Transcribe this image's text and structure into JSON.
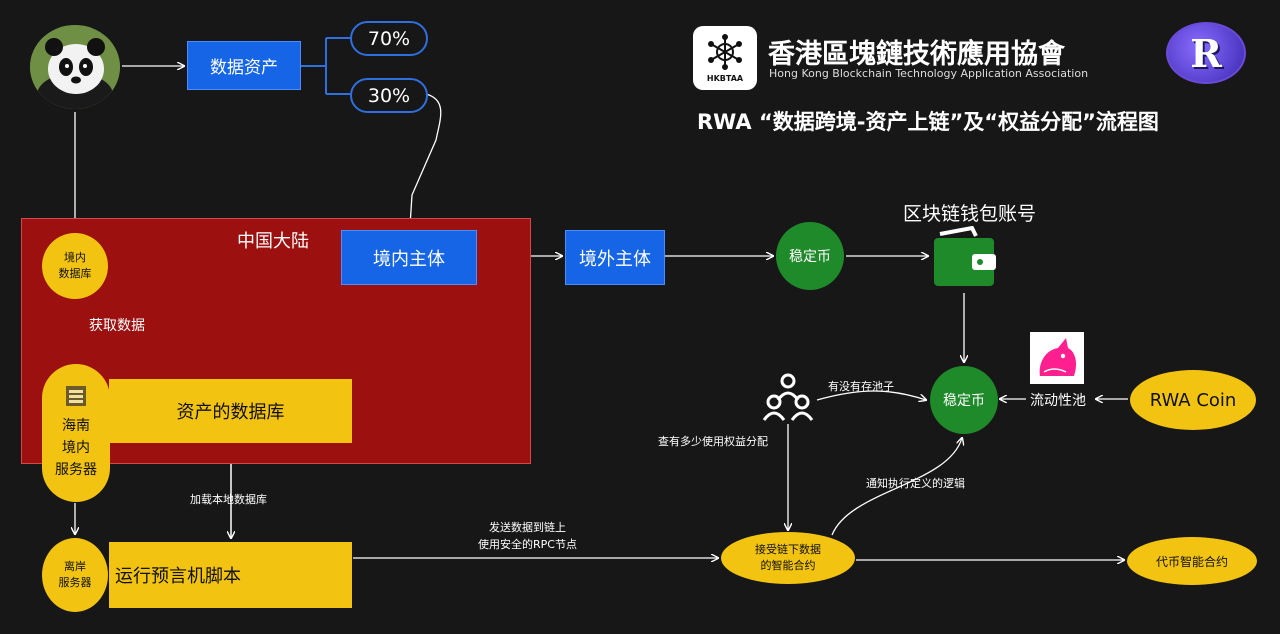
{
  "header": {
    "org_name_cn": "香港區塊鏈技術應用協會",
    "org_name_en": "Hong Kong Blockchain Technology Application Association",
    "logo_text": "HKBTAA",
    "title": "RWA “数据跨境-资产上链”及“权益分配”流程图",
    "badge_letter": "R"
  },
  "nodes": {
    "data_asset": "数据资产",
    "pct_70": "70%",
    "pct_30": "30%",
    "mainland_region": "中国大陆",
    "domestic_entity": "境内主体",
    "overseas_entity": "境外主体",
    "stablecoin_top": "稳定币",
    "wallet_title": "区块链钱包账号",
    "domestic_db": "境内\n数据库",
    "fetch_data": "获取数据",
    "hainan_server": "海南\n境内\n服务器",
    "asset_db": "资产的数据库",
    "load_local_db": "加载本地数据库",
    "offshore_server": "离岸\n服务器",
    "oracle_script": "运行预言机脚本",
    "send_data_line1": "发送数据到链上",
    "send_data_line2": "使用安全的RPC节点",
    "contract": "接受链下数据\n的智能合约",
    "token_contract": "代币智能合约",
    "check_rights": "查有多少使用权益分配",
    "pool_question": "有没有存池子",
    "stablecoin_mid": "稳定币",
    "liquidity_pool": "流动性池",
    "rwa_coin": "RWA Coin",
    "notify_logic": "通知执行定义的逻辑"
  },
  "icons": {
    "panda": "panda-avatar",
    "wallet": "wallet-icon",
    "people": "people-icon",
    "unicorn": "uniswap-unicorn-icon",
    "server": "server-icon",
    "association": "hkbtaa-logo",
    "r_badge": "r-badge-logo"
  },
  "colors": {
    "background": "#171717",
    "mainland_fill": "#9c1010",
    "blue": "#1565e6",
    "yellow": "#f2c311",
    "green": "#1f8a2a"
  }
}
